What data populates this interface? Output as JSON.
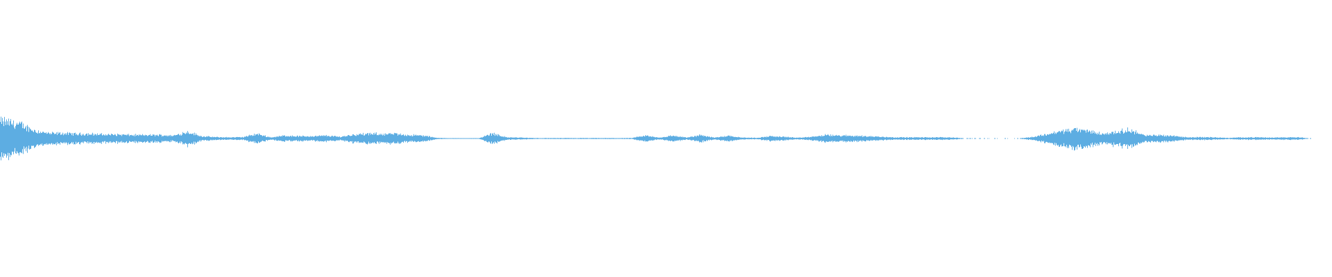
{
  "chart_data": {
    "type": "area",
    "subtype": "audio-waveform",
    "title": "",
    "xlabel": "",
    "ylabel": "",
    "ylim": [
      -1,
      1
    ],
    "grid": false,
    "legend": "none",
    "color": "#5dade2",
    "background": "#ffffff",
    "envelope": [
      0.15,
      0.12,
      0.07,
      0.045,
      0.045,
      0.04,
      0.04,
      0.035,
      0.035,
      0.03,
      0.03,
      0.03,
      0.025,
      0.06,
      0.02,
      0.012,
      0.01,
      0.012,
      0.04,
      0.01,
      0.025,
      0.02,
      0.02,
      0.025,
      0.015,
      0.035,
      0.04,
      0.04,
      0.04,
      0.03,
      0.025,
      0.005,
      0.003,
      0.003,
      0.003,
      0.045,
      0.01,
      0.008,
      0.004,
      0.004,
      0.004,
      0.004,
      0.004,
      0.004,
      0.004,
      0.004,
      0.025,
      0.008,
      0.025,
      0.008,
      0.03,
      0.008,
      0.025,
      0.008,
      0.006,
      0.02,
      0.015,
      0.006,
      0.015,
      0.03,
      0.025,
      0.025,
      0.02,
      0.015,
      0.01,
      0.01,
      0.01,
      0.01,
      0.01,
      0.002,
      0.002,
      0.002,
      0.002,
      0.002,
      0.015,
      0.04,
      0.065,
      0.08,
      0.065,
      0.04,
      0.06,
      0.075,
      0.025,
      0.03,
      0.025,
      0.01,
      0.012,
      0.01,
      0.005,
      0.01,
      0.01,
      0.008,
      0.01,
      0.012,
      0,
      0
    ]
  }
}
